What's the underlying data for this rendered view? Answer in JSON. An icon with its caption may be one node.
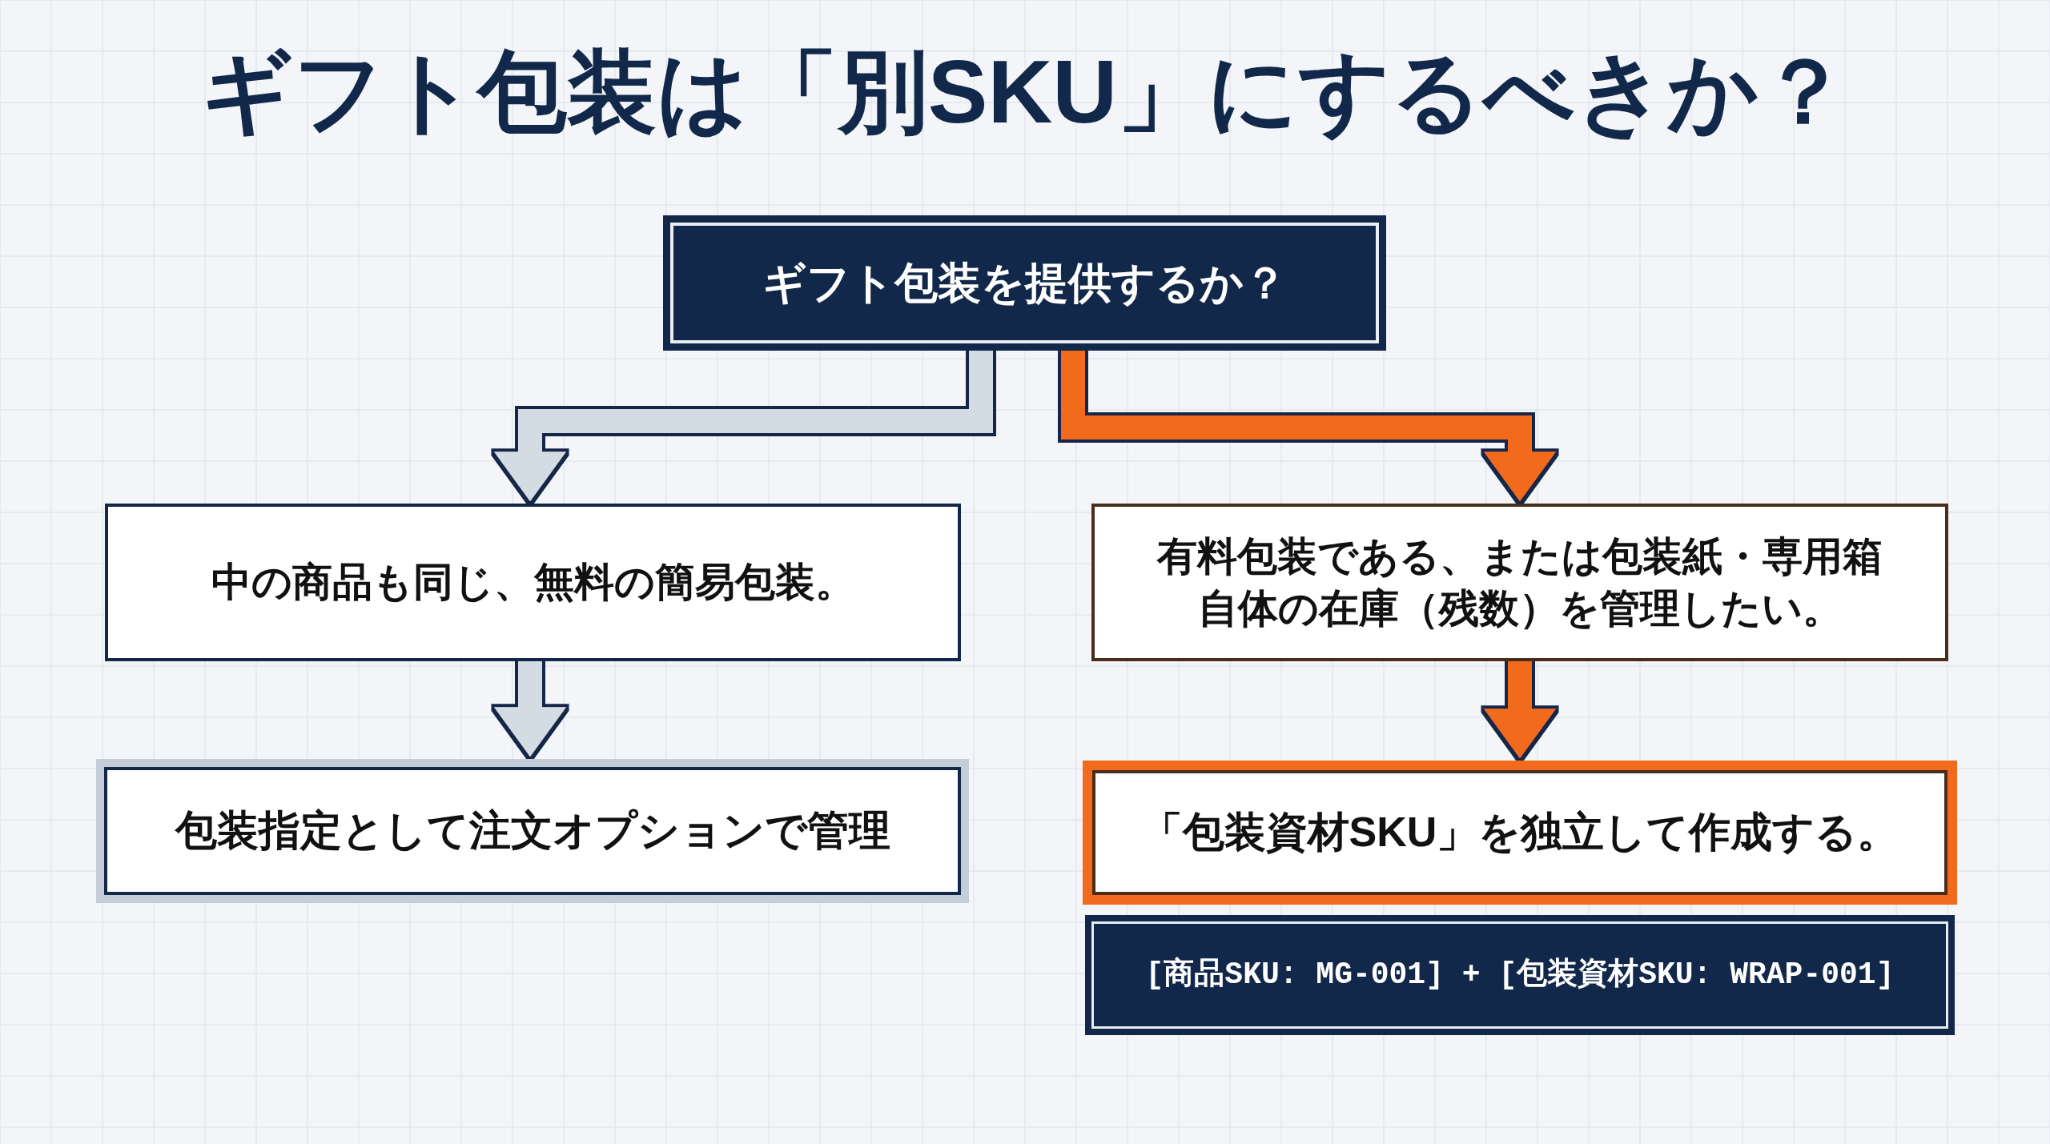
{
  "diagram": {
    "title": "ギフト包装は「別SKU」にするべきか？",
    "nodes": [
      {
        "text": [
          "ギフト包装を提供するか？"
        ]
      },
      {
        "text": [
          "中の商品も同じ、無料の簡易包装。"
        ]
      },
      {
        "text": [
          "有料包装である、または包装紙・専用箱自体の在庫（残数）を管理したい。"
        ]
      },
      {
        "text": [
          "包装指定として注文オプションで管理"
        ]
      },
      {
        "text": [
          "「包装資材SKU」を独立して作成する。"
        ]
      },
      {
        "text": [
          "[商品SKU: MG-001] + [包装資材SKU: WRAP-001]"
        ]
      }
    ],
    "edges": [
      {
        "from": 0,
        "to": 1,
        "arrow": "to"
      },
      {
        "from": 0,
        "to": 2,
        "arrow": "to",
        "color": "#f26b1d"
      },
      {
        "from": 1,
        "to": 3,
        "arrow": "to"
      },
      {
        "from": 2,
        "to": 4,
        "arrow": "to",
        "color": "#f26b1d"
      }
    ]
  }
}
